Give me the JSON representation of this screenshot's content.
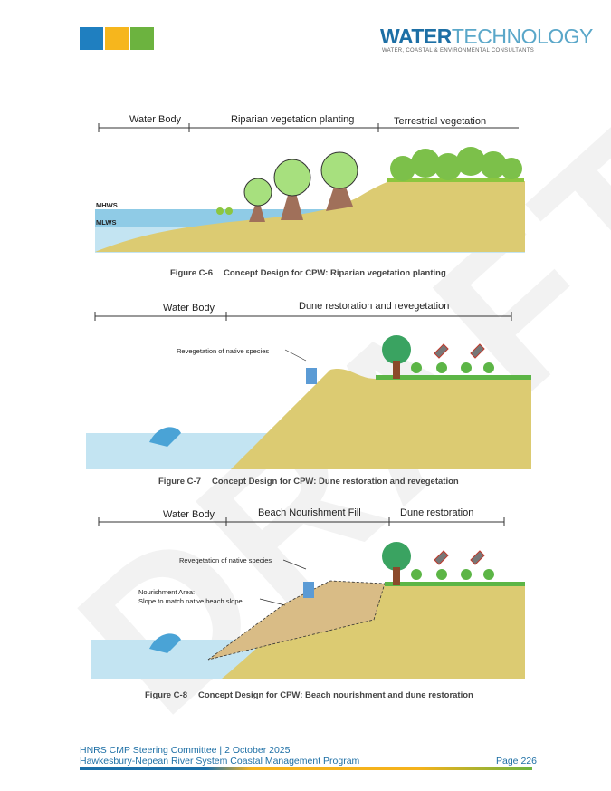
{
  "header": {
    "brand_bold": "WATER",
    "brand_light": "TECHNOLOGY",
    "brand_tagline": "WATER, COASTAL & ENVIRONMENTAL CONSULTANTS",
    "watermark": "DRAFT"
  },
  "figures": [
    {
      "number": "Figure C-6",
      "title": "Concept Design for CPW: Riparian vegetation planting",
      "zones": [
        "Water Body",
        "Riparian vegetation planting",
        "Terrestrial vegetation"
      ],
      "levels": [
        "MHWS",
        "MLWS"
      ]
    },
    {
      "number": "Figure C-7",
      "title": "Concept Design for CPW: Dune restoration and revegetation",
      "zones": [
        "Water Body",
        "Dune restoration and revegetation"
      ],
      "annotations": [
        "Revegetation of native species"
      ]
    },
    {
      "number": "Figure C-8",
      "title": "Concept Design for CPW: Beach nourishment and dune restoration",
      "zones": [
        "Water Body",
        "Beach Nourishment Fill",
        "Dune restoration"
      ],
      "annotations": [
        "Revegetation of native species",
        "Nourishment Area:",
        "Slope to match native beach slope"
      ]
    }
  ],
  "footer": {
    "line1": "HNRS CMP Steering Committee | 2 October 2025",
    "line2": "Hawkesbury-Nepean River System Coastal Management Program",
    "page": "Page 226"
  },
  "colors": {
    "sand": "#dccb72",
    "water": "#8fcbe6",
    "water_light": "#c3e4f2",
    "grass": "#5cb546",
    "blue": "#1d6fa5"
  }
}
